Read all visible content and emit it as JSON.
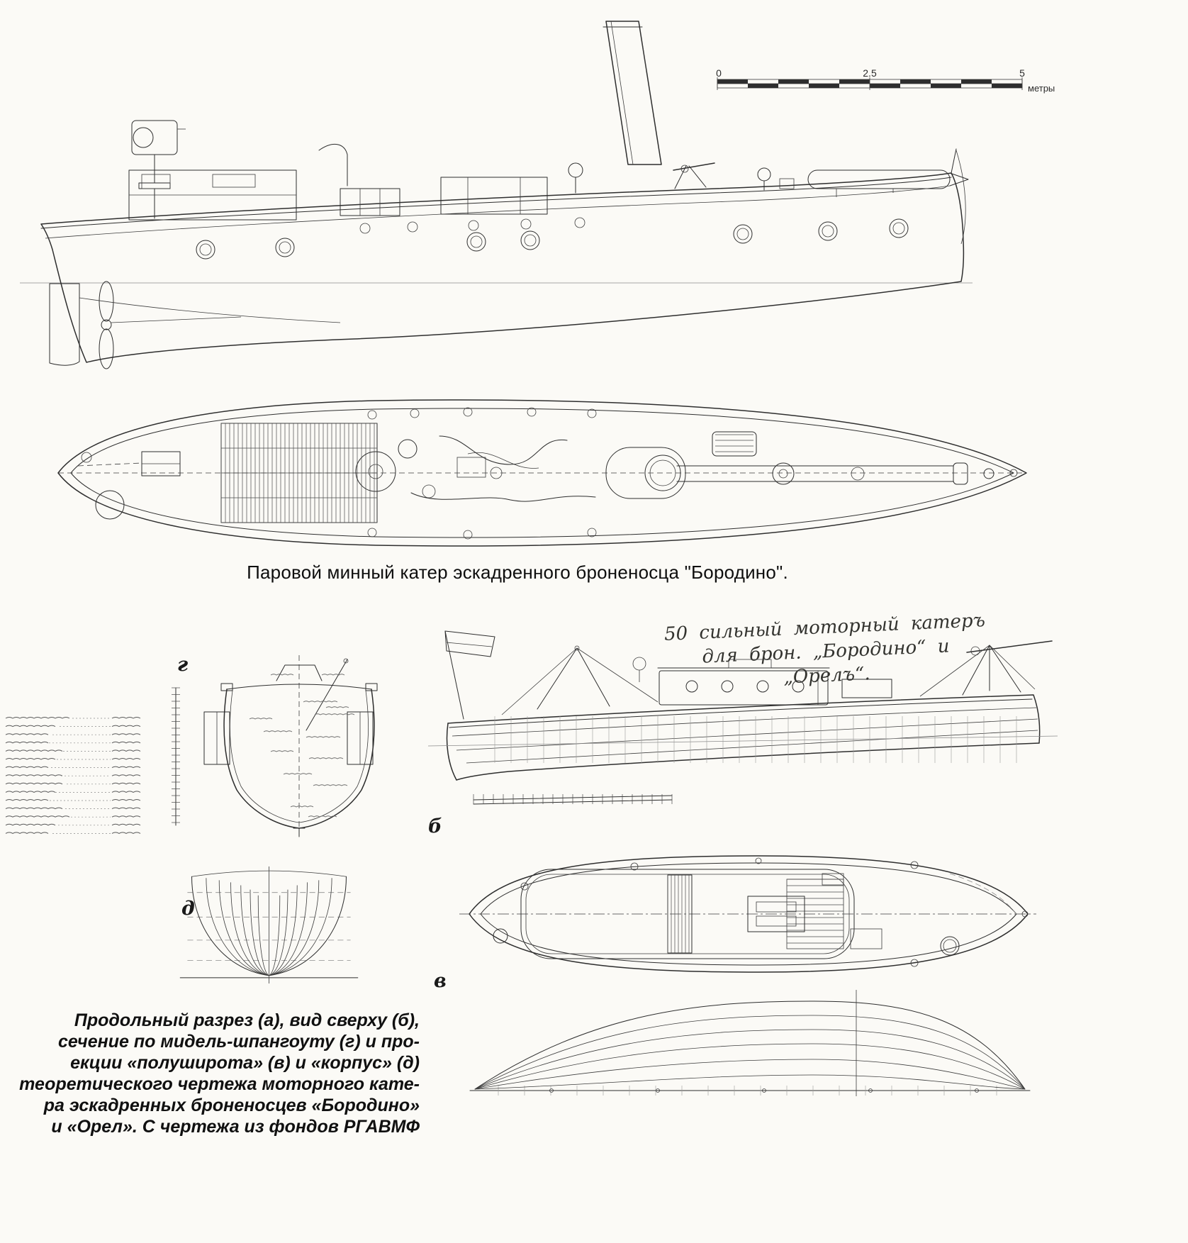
{
  "colors": {
    "paper": "#fbfaf6",
    "ink": "#2e2e2e",
    "ink_faint": "#8b8b8b"
  },
  "scale_bar": {
    "start": "0",
    "middle": "2.5",
    "end": "5",
    "unit": "метры"
  },
  "caption_top": "Паровой минный катер эскадренного броненосца \"Бородино\".",
  "handwritten_title": {
    "line1": "50 сильный моторный катеръ",
    "line2": "для брон. „Бородино“ и „Орелъ“."
  },
  "section_labels": {
    "g": "г",
    "d": "д",
    "b": "б",
    "v": "в"
  },
  "caption_bottom": {
    "lines": [
      "Продольный разрез (а), вид сверху (б),",
      "сечение по мидель-шпангоуту (г) и про-",
      "екции «полуширота» (в) и «корпус» (д)",
      "теоретического чертежа моторного кате-",
      "ра эскадренных броненосцев «Бородино»",
      "и «Орел». С чертежа из фондов РГАВМФ"
    ]
  }
}
